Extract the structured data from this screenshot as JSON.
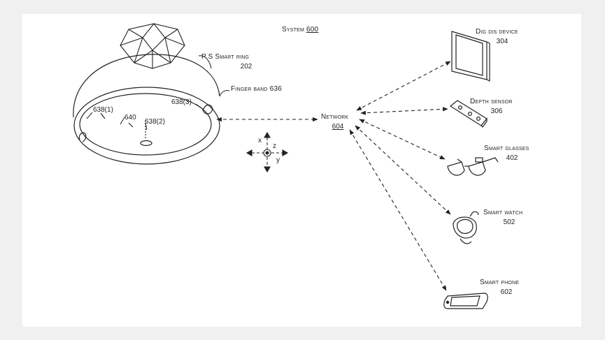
{
  "system": {
    "label": "System",
    "number": "600"
  },
  "ring": {
    "label": "P S Smart ring",
    "number": "202"
  },
  "band": {
    "label": "Finger band 636"
  },
  "ring_parts": {
    "sensor_1": "638(1)",
    "sensor_2": "638(2)",
    "sensor_3": "638(3)",
    "inner": "640"
  },
  "axes": {
    "x": "x",
    "y": "y",
    "z": "z"
  },
  "network": {
    "label": "Network",
    "number": "604"
  },
  "devices": [
    {
      "label": "Dig dis device",
      "number": "304",
      "icon": "display-icon"
    },
    {
      "label": "Depth sensor",
      "number": "306",
      "icon": "depth-sensor-icon"
    },
    {
      "label": "Smart glasses",
      "number": "402",
      "icon": "glasses-icon"
    },
    {
      "label": "Smart watch",
      "number": "502",
      "icon": "watch-icon"
    },
    {
      "label": "Smart phone",
      "number": "602",
      "icon": "phone-icon"
    }
  ],
  "colors": {
    "background": "#f0f0f0",
    "panel": "#ffffff",
    "ink": "#222222"
  }
}
